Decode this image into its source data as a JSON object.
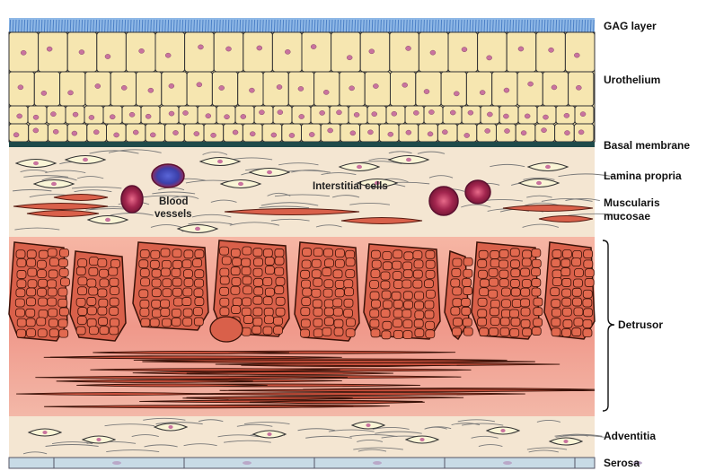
{
  "layers": {
    "gag": "GAG layer",
    "urothelium": "Urothelium",
    "basal": "Basal membrane",
    "lamina": "Lamina propria",
    "muscularis_1": "Muscularis",
    "muscularis_2": "mucosae",
    "detrusor": "Detrusor",
    "adventitia": "Adventitia",
    "serosa": "Serosa"
  },
  "annotations": {
    "blood_1": "Blood",
    "blood_2": "vessels",
    "interstitial": "Interstitial cells"
  },
  "colors": {
    "urothelium_cell": "#f6e6b0",
    "nucleus": "#c9739e",
    "gag": "#6fa0d8",
    "lamina_bg": "#f4e6d2",
    "muscle": "#d9604a",
    "detrusor_bg": "#f2a89a",
    "serosa": "#c8dbe6"
  }
}
